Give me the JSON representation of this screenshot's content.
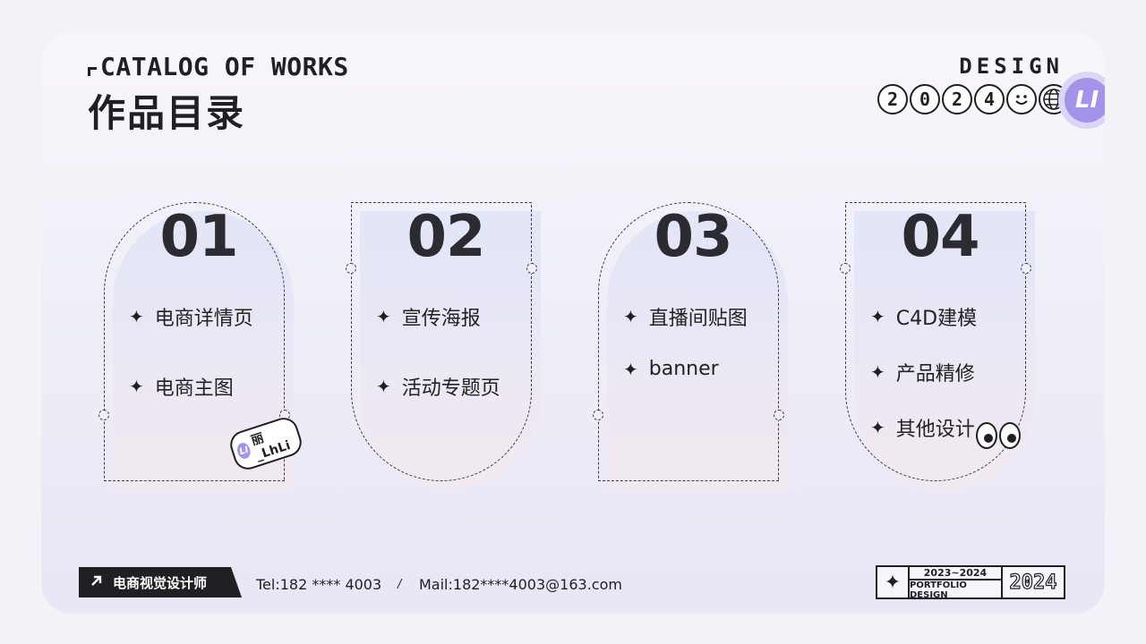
{
  "header": {
    "title_en": "CATALOG OF WORKS",
    "title_cn": "作品目录",
    "design_word": "DESIGN",
    "year_digits": [
      "2",
      "0",
      "2",
      "4"
    ],
    "smiley_icon": "☺",
    "globe_icon": "globe-icon",
    "avatar_label": "LI"
  },
  "cards": [
    {
      "num": "01",
      "items": [
        "电商详情页",
        "电商主图"
      ]
    },
    {
      "num": "02",
      "items": [
        "宣传海报",
        "活动专题页"
      ]
    },
    {
      "num": "03",
      "items": [
        "直播间贴图",
        "banner"
      ]
    },
    {
      "num": "04",
      "items": [
        "C4D建模",
        "产品精修",
        "其他设计"
      ]
    }
  ],
  "sticker": {
    "badge": "LI",
    "text": "丽_LhLi"
  },
  "star_glyph": "✦",
  "footer": {
    "tag": "电商视觉设计师",
    "tel": "Tel:182 **** 4003",
    "separator": "/",
    "mail": "Mail:182****4003@163.com",
    "badge_range": "2023~2024",
    "badge_caption": "PORTFOLIO DESIGN",
    "badge_year": "2024"
  },
  "colors": {
    "ink": "#1f1f24",
    "accent_purple": "#a493ea",
    "card_gradient_top": "#e2e6f7",
    "card_gradient_bottom": "#f1e9ef"
  }
}
